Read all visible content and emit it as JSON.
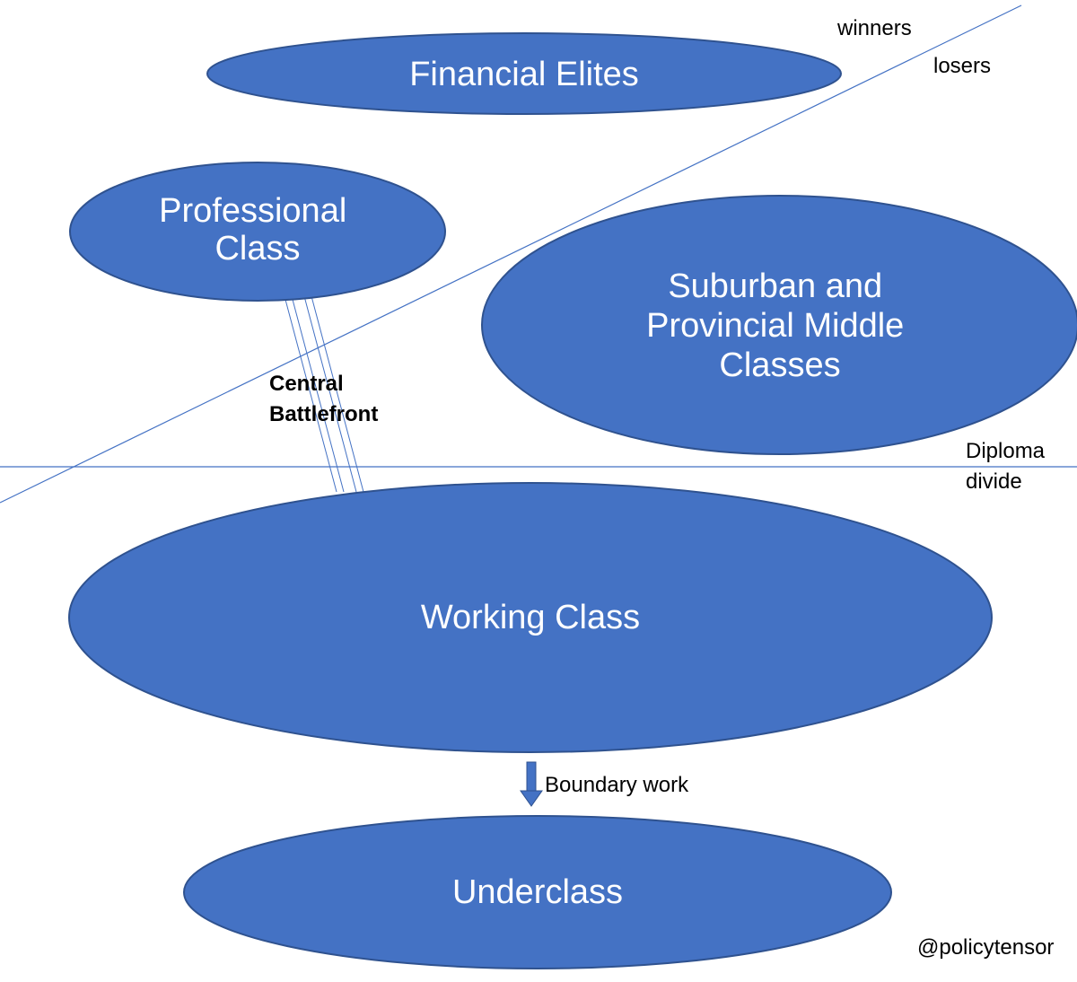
{
  "nodes": {
    "financial_elites": {
      "lines": [
        "Financial Elites"
      ]
    },
    "professional_class": {
      "lines": [
        "Professional",
        "Class"
      ]
    },
    "suburban_middle": {
      "lines": [
        "Suburban and",
        "Provincial Middle",
        "Classes"
      ]
    },
    "working_class": {
      "lines": [
        "Working Class"
      ]
    },
    "underclass": {
      "lines": [
        "Underclass"
      ]
    }
  },
  "labels": {
    "winners": "winners",
    "losers": "losers",
    "central_battlefront": [
      "Central",
      "Battlefront"
    ],
    "diploma_divide": [
      "Diploma",
      "divide"
    ],
    "boundary_work": "Boundary work",
    "credit": "@policytensor"
  },
  "colors": {
    "node_fill": "#4472C4",
    "node_stroke": "#2F528F",
    "line": "#4472C4",
    "text_on_node": "#FFFFFF",
    "text": "#000000"
  }
}
